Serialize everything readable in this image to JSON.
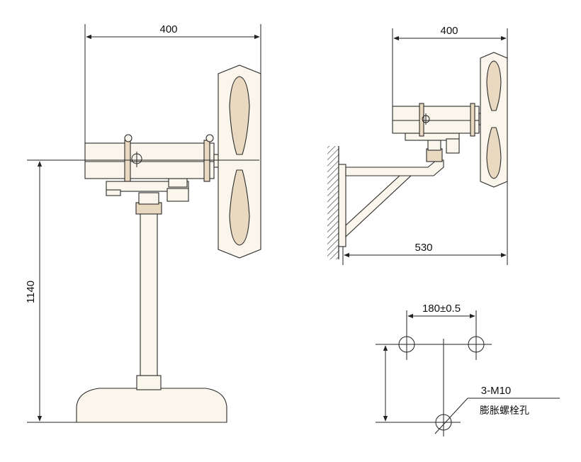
{
  "stand_view": {
    "width_dim": "400",
    "height_dim": "1140"
  },
  "wall_view": {
    "width_dim": "400",
    "depth_dim": "530"
  },
  "hole_pattern": {
    "spacing_dim": "180±0.5",
    "bolt_spec": "3-M10",
    "hole_note": "膨胀螺栓孔"
  },
  "colors": {
    "line": "#222222",
    "part_fill": "#fbf6ec",
    "part_shade": "#e8d9c0"
  }
}
